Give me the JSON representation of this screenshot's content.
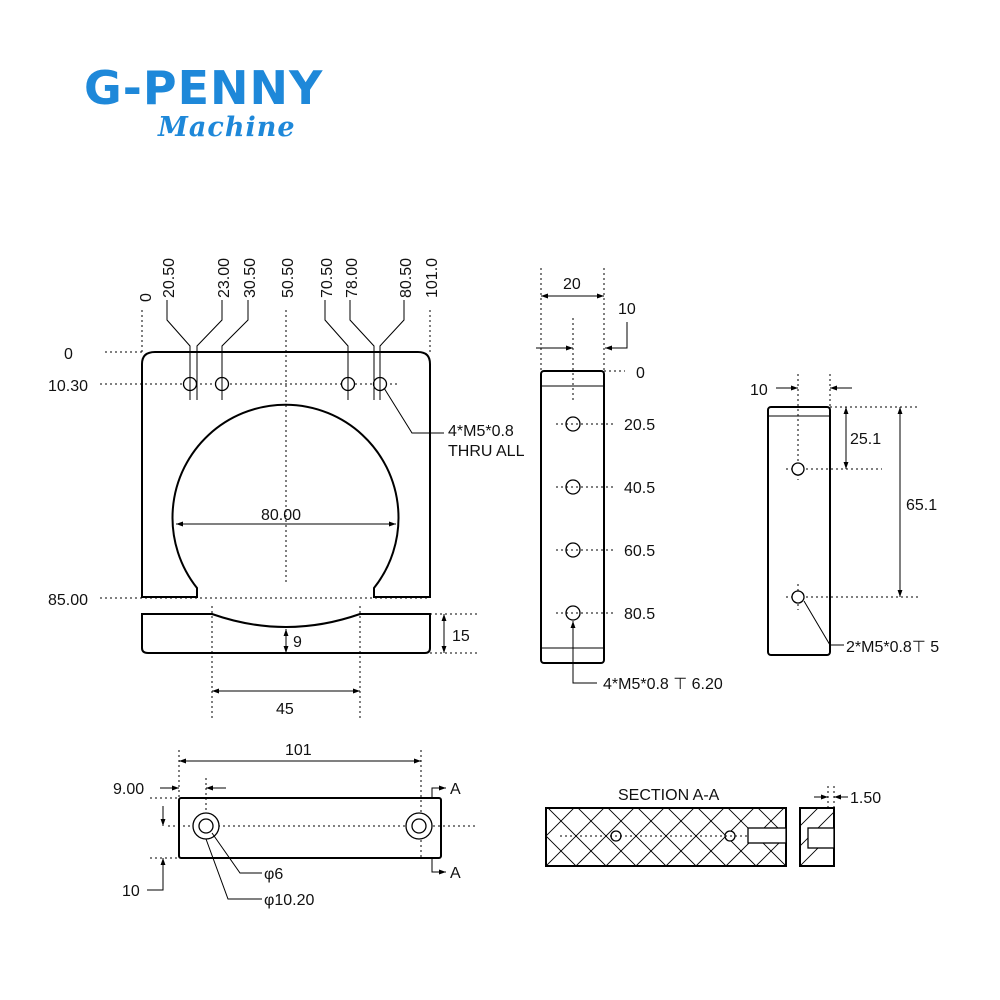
{
  "brand": {
    "name": "G-PENNY",
    "tagline": "Machine"
  },
  "front_view": {
    "top_positions": [
      "0",
      "20.50",
      "23.00",
      "30.50",
      "50.50",
      "70.50",
      "78.00",
      "80.50",
      "101.0"
    ],
    "left_positions": [
      "0",
      "10.30",
      "85.00"
    ],
    "bore_diameter": "80.00",
    "hole_callout_line1": "4*M5*0.8",
    "hole_callout_line2": "THRU ALL"
  },
  "clamp_view": {
    "depth": "9",
    "height": "15",
    "width": "45"
  },
  "side_view": {
    "width": "20",
    "offset": "10",
    "zero": "0",
    "hole_positions": [
      "20.5",
      "40.5",
      "60.5",
      "80.5"
    ],
    "hole_callout": "4*M5*0.8 ⊤ 6.20"
  },
  "end_view": {
    "offset": "10",
    "first_hole": "25.1",
    "hole_spacing": "65.1",
    "hole_callout": "2*M5*0.8⊤ 5"
  },
  "bottom_view": {
    "length": "101",
    "hole_offset": "9.00",
    "height": "10",
    "section_marker": "A",
    "hole_diameter": "φ6",
    "counterbore_diameter": "φ10.20"
  },
  "section": {
    "title": "SECTION A-A",
    "wall": "1.50"
  }
}
